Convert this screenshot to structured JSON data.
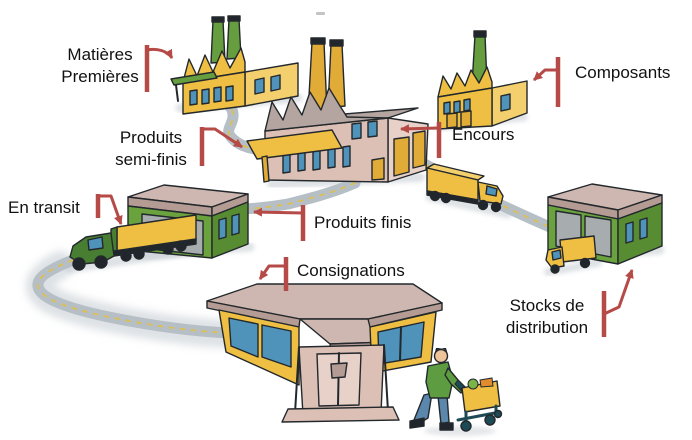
{
  "labels": {
    "matieres_premieres": "Matières\nPremières",
    "produits_semi_finis": "Produits\nsemi-finis",
    "en_transit": "En transit",
    "produits_finis": "Produits finis",
    "consignations": "Consignations",
    "stocks_distribution": "Stocks de\ndistribution",
    "composants": "Composants",
    "encours": "Encours"
  },
  "icons": {
    "factory_raw_materials": "factory-icon",
    "factory_main": "factory-icon",
    "factory_components": "factory-icon",
    "warehouse_finished_goods": "warehouse-icon",
    "warehouse_distribution": "warehouse-icon",
    "store_consignations": "store-icon",
    "truck_in_transit": "truck-icon",
    "truck_encours": "truck-icon",
    "truck_distribution": "truck-icon",
    "person_with_cart": "person-cart-icon",
    "road": "road-path"
  },
  "colors": {
    "arrow": "#b54a47",
    "text": "#111111",
    "road": "#b6bfc6",
    "road_dash": "#dcbf53",
    "factory_yellow": "#efbf43",
    "factory_yellow_light": "#f3cf6d",
    "factory_yellow_dark": "#e0ab36",
    "wall_pink": "#dcc0b6",
    "wall_pink_light": "#e7d1c8",
    "roof_gray": "#b4a5a0",
    "roof_mauve": "#cdb7b0",
    "roof_mauve_dark": "#b49c94",
    "warehouse_green": "#6aa23e",
    "warehouse_green_dark": "#578c33",
    "chimney_green": "#669e3f",
    "window_blue": "#4f93bb",
    "opening_gray": "#a7acaf",
    "truck_green": "#487e32",
    "skin": "#eec49b",
    "jeans": "#5b87ad",
    "shirt_green": "#5d9c40",
    "cart_teal": "#1d4a55"
  }
}
